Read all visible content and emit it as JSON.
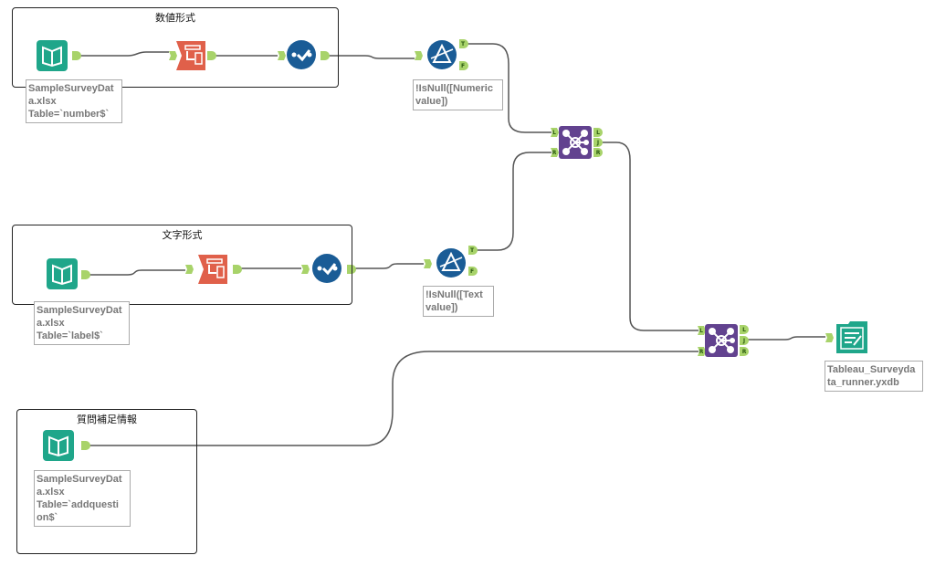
{
  "containers": [
    {
      "title": "数値形式"
    },
    {
      "title": "文字形式"
    },
    {
      "title": "質問補足情報"
    }
  ],
  "tools": {
    "input1": {
      "icon": "input-data-book-icon",
      "annotation": "SampleSurveyDat\na.xlsx\nTable=`number$`"
    },
    "input2": {
      "icon": "input-data-book-icon",
      "annotation": "SampleSurveyDat\na.xlsx\nTable=`label$`"
    },
    "input3": {
      "icon": "input-data-book-icon",
      "annotation": "SampleSurveyDat\na.xlsx\nTable=`addquesti\non$`"
    },
    "filter1": {
      "icon": "filter-icon",
      "annotation": "!IsNull([Numeric\nvalue])",
      "outputs": [
        "T",
        "F"
      ]
    },
    "filter2": {
      "icon": "filter-icon",
      "annotation": "!IsNull([Text\nvalue])",
      "outputs": [
        "T",
        "F"
      ]
    },
    "join": {
      "icon": "join-icon",
      "inputs": [
        "L",
        "R"
      ],
      "outputs": [
        "L",
        "J",
        "R"
      ]
    },
    "output": {
      "icon": "output-data-icon",
      "annotation": "Tableau_Surveyda\nta_runner.yxdb"
    }
  },
  "colors": {
    "input": "#1fa68a",
    "select": "#e0604a",
    "autofield": "#1a5c96",
    "join": "#62428f",
    "anchor": "#a8d36a",
    "wire": "#555555"
  }
}
